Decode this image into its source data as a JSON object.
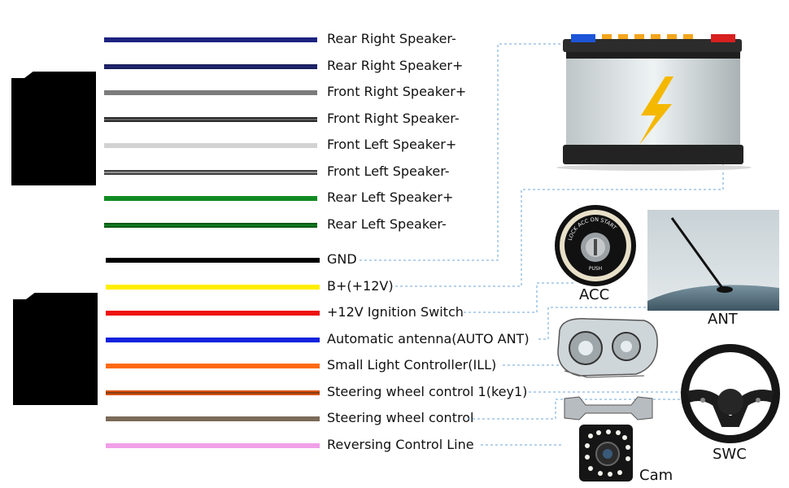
{
  "wires": [
    {
      "id": "rr-neg",
      "label": "Rear Right Speaker-",
      "color": "#1c2380",
      "stripe": "#1c2380"
    },
    {
      "id": "rr-pos",
      "label": "Rear Right Speaker+",
      "color": "#1a1f5e",
      "stripe": "#2a2f80"
    },
    {
      "id": "fr-pos",
      "label": "Front Right Speaker+",
      "color": "#7c7c7c",
      "stripe": "#7c7c7c"
    },
    {
      "id": "fr-neg",
      "label": "Front Right Speaker-",
      "color": "#2a2a2a",
      "stripe": "#9a9a9a"
    },
    {
      "id": "fl-pos",
      "label": "Front Left Speaker+",
      "color": "#d2d2d2",
      "stripe": "#d2d2d2"
    },
    {
      "id": "fl-neg",
      "label": "Front Left Speaker-",
      "color": "#404040",
      "stripe": "#e0e0e0"
    },
    {
      "id": "rl-pos",
      "label": "Rear Left Speaker+",
      "color": "#118a22",
      "stripe": "#118a22"
    },
    {
      "id": "rl-neg",
      "label": "Rear Left Speaker-",
      "color": "#0a5a14",
      "stripe": "#1aa030"
    },
    {
      "id": "gnd",
      "label": "GND",
      "color": "#000000",
      "stripe": "#000000"
    },
    {
      "id": "bplus",
      "label": "B+(+12V)",
      "color": "#ffee00",
      "stripe": "#ffee00"
    },
    {
      "id": "ign",
      "label": "+12V Ignition Switch",
      "color": "#ee1111",
      "stripe": "#ee1111"
    },
    {
      "id": "ant",
      "label": "Automatic antenna(AUTO ANT)",
      "color": "#1122dd",
      "stripe": "#1122dd"
    },
    {
      "id": "ill",
      "label": "Small Light Controller(ILL)",
      "color": "#ff6a10",
      "stripe": "#ff6a10"
    },
    {
      "id": "key1",
      "label": "Steering wheel control 1(key1)",
      "color": "#d9520a",
      "stripe": "#3a2010"
    },
    {
      "id": "swc",
      "label": "Steering wheel control",
      "color": "#7a6a58",
      "stripe": "#7a6a58"
    },
    {
      "id": "rev",
      "label": "Reversing Control Line",
      "color": "#f0a0e8",
      "stripe": "#f0a0e8"
    }
  ],
  "devices": {
    "acc": {
      "caption": "ACC",
      "ring_text": "LOCK  ACC ON  START",
      "push_text": "PUSH"
    },
    "ant": {
      "caption": "ANT"
    },
    "swc": {
      "caption": "SWC"
    },
    "cam": {
      "caption": "Cam"
    }
  },
  "colors": {
    "dashed_line": "#8ab8e0",
    "plug": "#000000"
  }
}
